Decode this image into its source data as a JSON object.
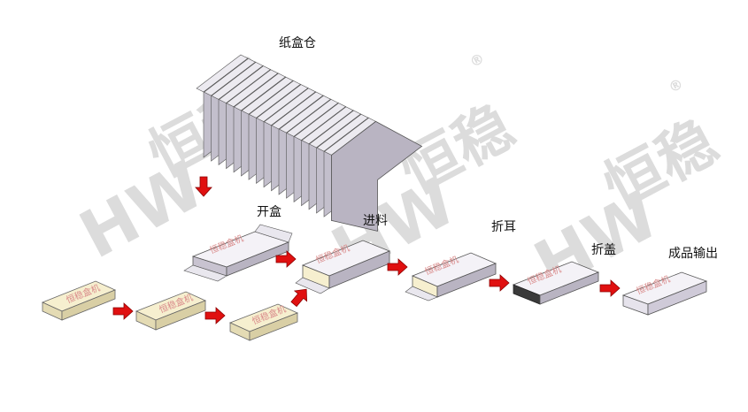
{
  "labels": {
    "magazine": "纸盒仓",
    "open_box": "开盒",
    "feed": "进料",
    "fold_ear": "折耳",
    "fold_lid": "折盖",
    "output": "成品输出"
  },
  "box_print": "恒稳盒机",
  "watermark": {
    "brand_latin": "HW",
    "brand_cn": "恒稳",
    "mark": "®"
  },
  "colors": {
    "arrow": "#e01010",
    "product": "#f6efcf",
    "product_side": "#e4dbb4",
    "carton_gray": "#b9b4c2",
    "watermark": "#d6d6d6",
    "print_text": "#d98a8a"
  }
}
